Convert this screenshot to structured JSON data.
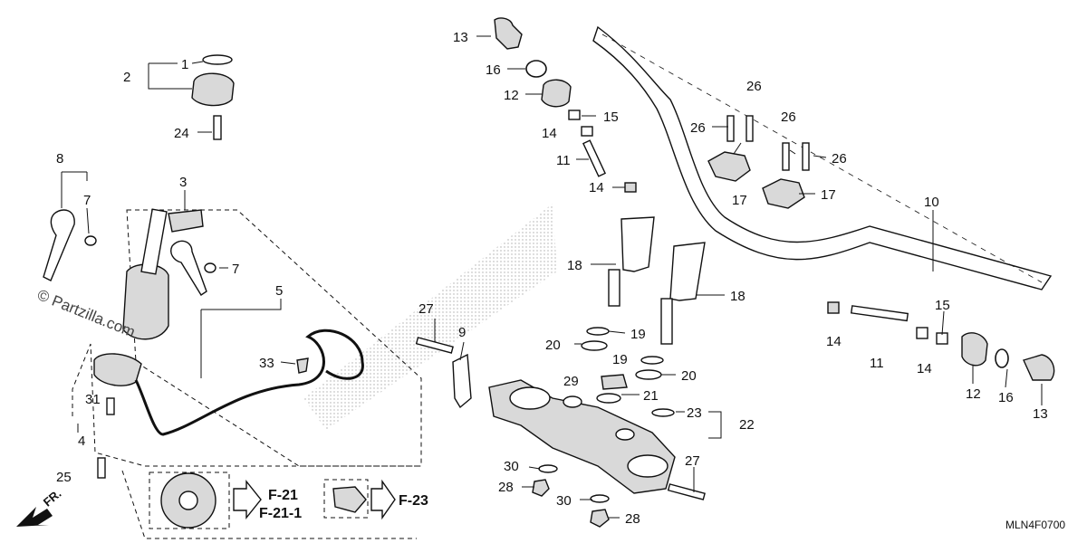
{
  "diagram_code": "MLN4F0700",
  "watermark": "© Partzilla.com",
  "direction": "FR.",
  "callouts": {
    "c1": "1",
    "c2": "2",
    "c3": "3",
    "c4": "4",
    "c5": "5",
    "c7a": "7",
    "c7b": "7",
    "c8": "8",
    "c9": "9",
    "c10": "10",
    "c11a": "11",
    "c11b": "11",
    "c12a": "12",
    "c12b": "12",
    "c13a": "13",
    "c13b": "13",
    "c14a": "14",
    "c14b": "14",
    "c14c": "14",
    "c14d": "14",
    "c15a": "15",
    "c15b": "15",
    "c16a": "16",
    "c16b": "16",
    "c17a": "17",
    "c17b": "17",
    "c18a": "18",
    "c18b": "18",
    "c19a": "19",
    "c19b": "19",
    "c20a": "20",
    "c20b": "20",
    "c21": "21",
    "c22": "22",
    "c23": "23",
    "c24": "24",
    "c25": "25",
    "c26a": "26",
    "c26b": "26",
    "c26c": "26",
    "c26d": "26",
    "c27a": "27",
    "c27b": "27",
    "c28a": "28",
    "c28b": "28",
    "c29": "29",
    "c30a": "30",
    "c30b": "30",
    "c31": "31",
    "c33": "33"
  },
  "refs": {
    "ref_a": "F-21",
    "ref_b": "F-21-1",
    "ref_c": "F-23"
  }
}
